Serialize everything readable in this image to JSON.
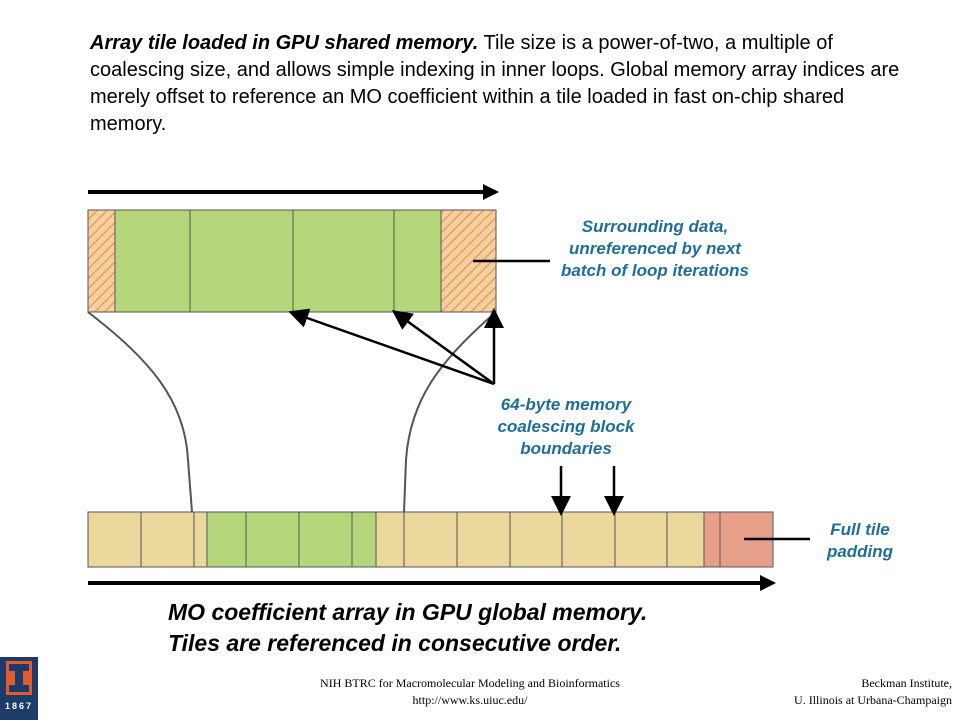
{
  "intro": {
    "heading": "Array tile loaded in GPU shared memory.",
    "body": "Tile size is a power-of-two, a multiple of coalescing size, and allows simple indexing in inner loops. Global memory array indices are merely offset to reference an MO coefficient within a tile loaded in fast on-chip shared memory."
  },
  "labels": {
    "surrounding": "Surrounding data, unreferenced by next batch of loop iterations",
    "coalescing": "64-byte memory coalescing block boundaries",
    "padding": "Full tile padding"
  },
  "caption": {
    "line1": "MO coefficient array in GPU global memory.",
    "line2": "Tiles are referenced in consecutive order."
  },
  "footer": {
    "left_line1": "NIH BTRC for Macromolecular Modeling and Bioinformatics",
    "left_line2": "http://www.ks.uiuc.edu/",
    "right_line1": "Beckman Institute,",
    "right_line2": "U. Illinois at Urbana-Champaign"
  },
  "logo": {
    "year": "1867"
  },
  "colors": {
    "green": "#b5d67a",
    "tan": "#ebd89c",
    "padding_red": "#e6a08a",
    "hatch_fill": "#f6cf9e",
    "hatch_line": "#e08a4c",
    "label_blue": "#1f6e9a"
  }
}
